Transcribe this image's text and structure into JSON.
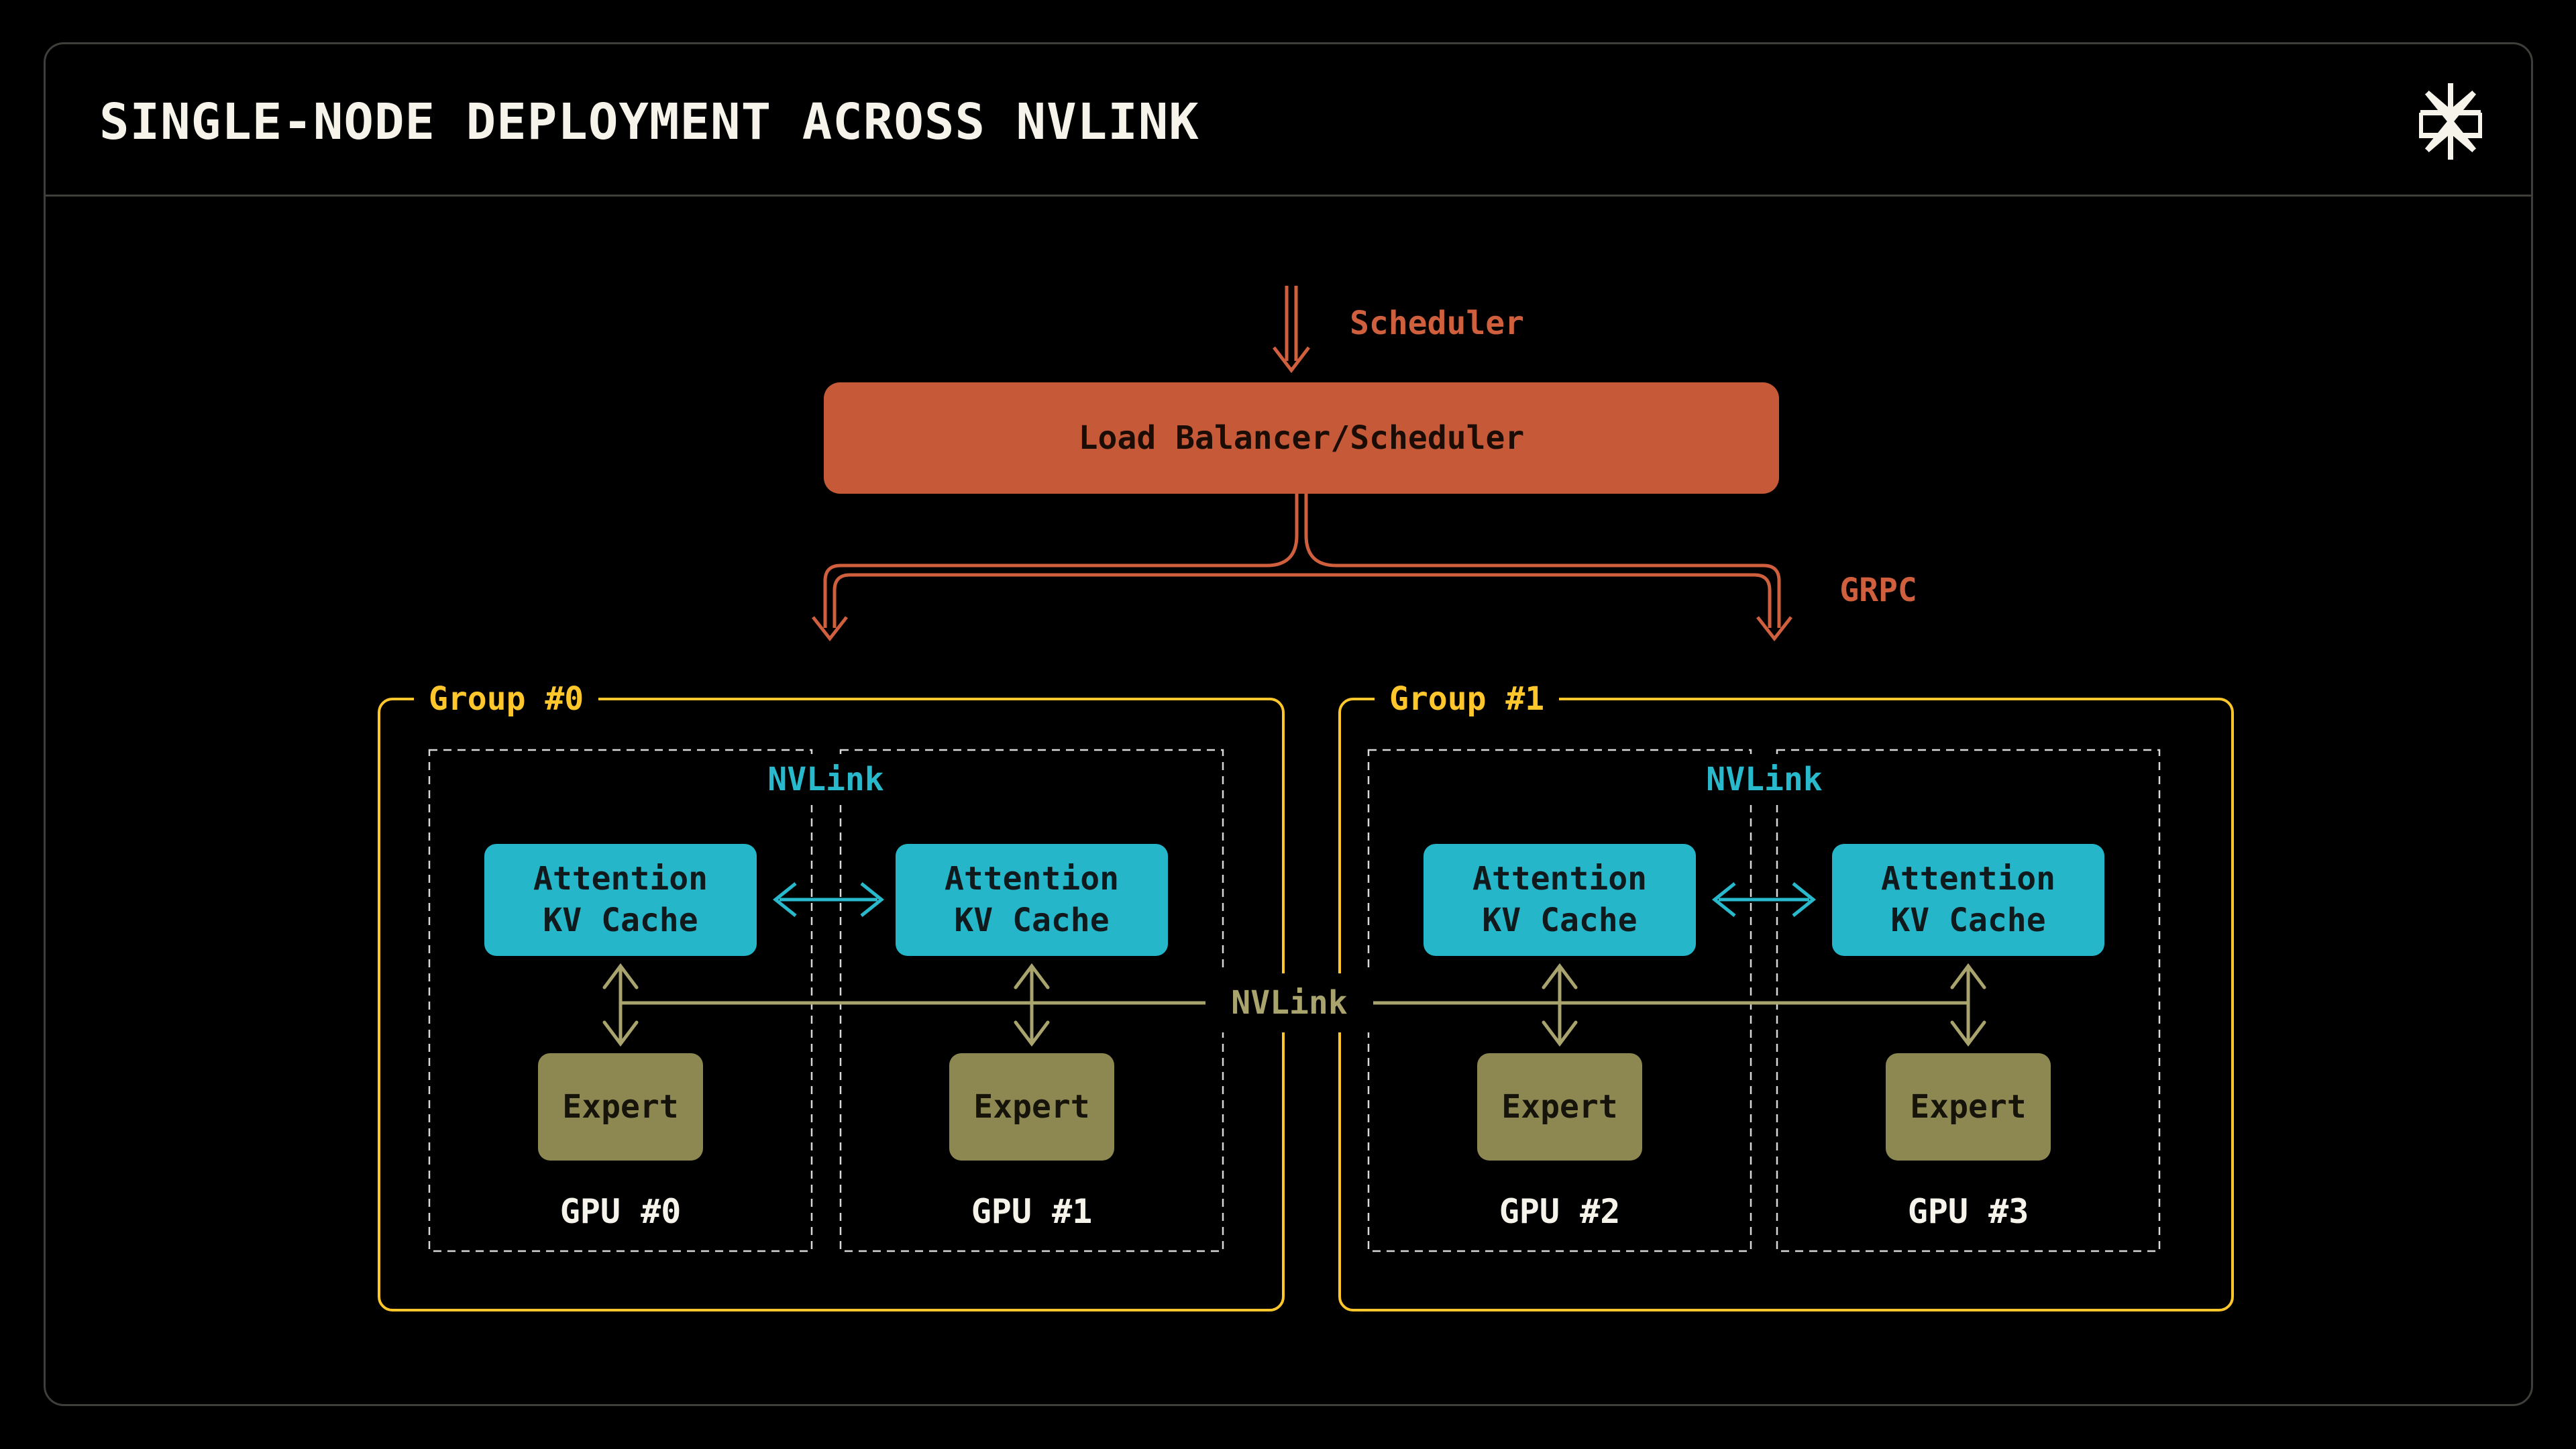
{
  "header": {
    "title": "SINGLE-NODE DEPLOYMENT ACROSS NVLINK",
    "logo_icon": "starburst-logo"
  },
  "flow": {
    "incoming_label": "Scheduler",
    "load_balancer": "Load Balancer/Scheduler",
    "branch_label": "GRPC"
  },
  "interconnect": {
    "bus_label": "NVLink"
  },
  "groups": [
    {
      "label": "Group #0",
      "nvlink_label": "NVLink",
      "gpus": [
        {
          "label": "GPU #0",
          "attention": {
            "line1": "Attention",
            "line2": "KV Cache"
          },
          "expert": "Expert"
        },
        {
          "label": "GPU #1",
          "attention": {
            "line1": "Attention",
            "line2": "KV Cache"
          },
          "expert": "Expert"
        }
      ]
    },
    {
      "label": "Group #1",
      "nvlink_label": "NVLink",
      "gpus": [
        {
          "label": "GPU #2",
          "attention": {
            "line1": "Attention",
            "line2": "KV Cache"
          },
          "expert": "Expert"
        },
        {
          "label": "GPU #3",
          "attention": {
            "line1": "Attention",
            "line2": "KV Cache"
          },
          "expert": "Expert"
        }
      ]
    }
  ],
  "colors": {
    "orange": "#d05f3d",
    "orange_fill": "#c65a38",
    "yellow": "#ffc72c",
    "cyan": "#29b9cd",
    "cyan_fill": "#25b6ca",
    "olive": "#a9a46d",
    "olive_fill": "#8d8852",
    "frame": "#3f3e3a",
    "dash": "#d8d8d5",
    "text_light": "#f5f3ea"
  }
}
